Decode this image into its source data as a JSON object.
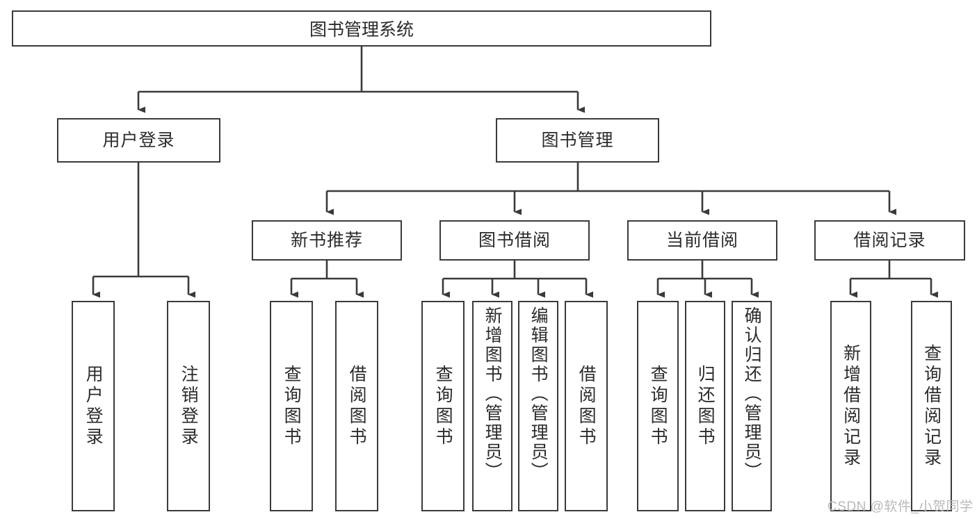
{
  "diagram": {
    "type": "tree-hierarchy-diagram",
    "title": "图书管理系统",
    "line_color": "#3a3a3a",
    "box_fill": "#ffffff",
    "text_color": "#2b2b2b",
    "levels": 4
  },
  "root": {
    "label": "图书管理系统"
  },
  "level2": [
    {
      "label": "用户登录"
    },
    {
      "label": "图书管理"
    }
  ],
  "level3": [
    {
      "label": "新书推荐"
    },
    {
      "label": "图书借阅"
    },
    {
      "label": "当前借阅"
    },
    {
      "label": "借阅记录"
    }
  ],
  "leaves": {
    "user_login": [
      {
        "label": "用户登录"
      },
      {
        "label": "注销登录"
      }
    ],
    "new_book_recommend": [
      {
        "label": "查询图书"
      },
      {
        "label": "借阅图书"
      }
    ],
    "book_borrow": [
      {
        "label": "查询图书"
      },
      {
        "label": "新增图书（管理员）"
      },
      {
        "label": "编辑图书（管理员）"
      },
      {
        "label": "借阅图书"
      }
    ],
    "current_borrow": [
      {
        "label": "查询图书"
      },
      {
        "label": "归还图书"
      },
      {
        "label": "确认归还（管理员）"
      }
    ],
    "borrow_record": [
      {
        "label": "新增借阅记录"
      },
      {
        "label": "查询借阅记录"
      }
    ]
  },
  "watermark": {
    "text": "CSDN @软件_小贺同学",
    "color": "#b9b9b9"
  }
}
